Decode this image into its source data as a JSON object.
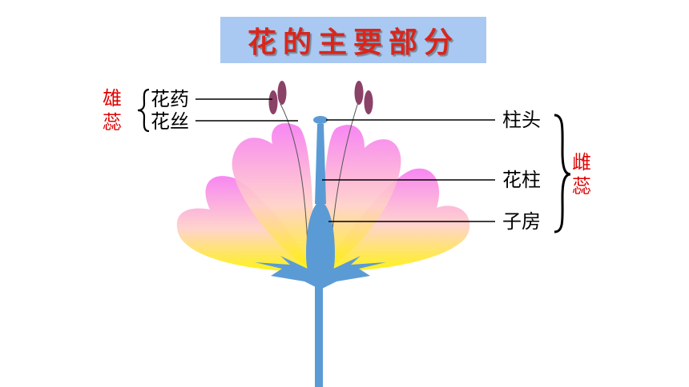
{
  "title": "花的主要部分",
  "stamen": {
    "group": "雄蕊",
    "parts": [
      "花药",
      "花丝"
    ]
  },
  "pistil": {
    "group": "雌蕊",
    "parts": [
      "柱头",
      "花柱",
      "子房"
    ]
  },
  "colors": {
    "title_bg": "#a9c9f2",
    "title_text": "#d9261c",
    "group_text": "#e00000",
    "petal_top": "#f77cf2",
    "petal_bottom": "#fff200",
    "pistil": "#5b9bd5",
    "anther": "#8b4267"
  }
}
